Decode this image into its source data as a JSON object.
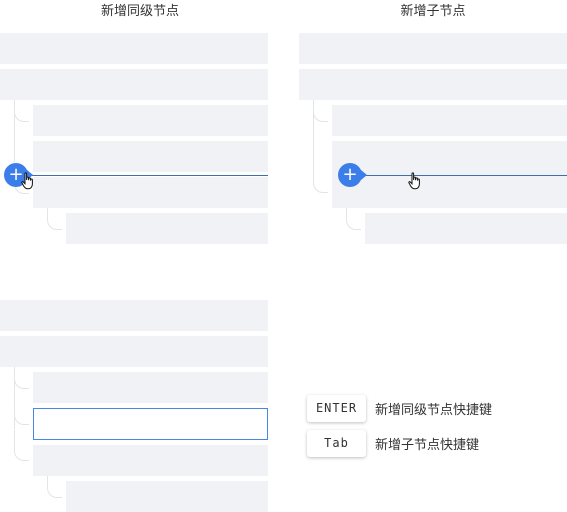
{
  "panels": {
    "sibling_title": "新增同级节点",
    "child_title": "新增子节点"
  },
  "shortcuts": [
    {
      "key": "ENTER",
      "desc": "新增同级节点快捷键"
    },
    {
      "key": "Tab",
      "desc": "新增子节点快捷键"
    }
  ],
  "icons": {
    "plus": "+",
    "cursor": "hand-pointer-icon"
  },
  "colors": {
    "row_bg": "#f1f2f6",
    "accent": "#3b7de9",
    "insert_line": "#3d6fa8",
    "selected_border": "#4a86e8"
  }
}
